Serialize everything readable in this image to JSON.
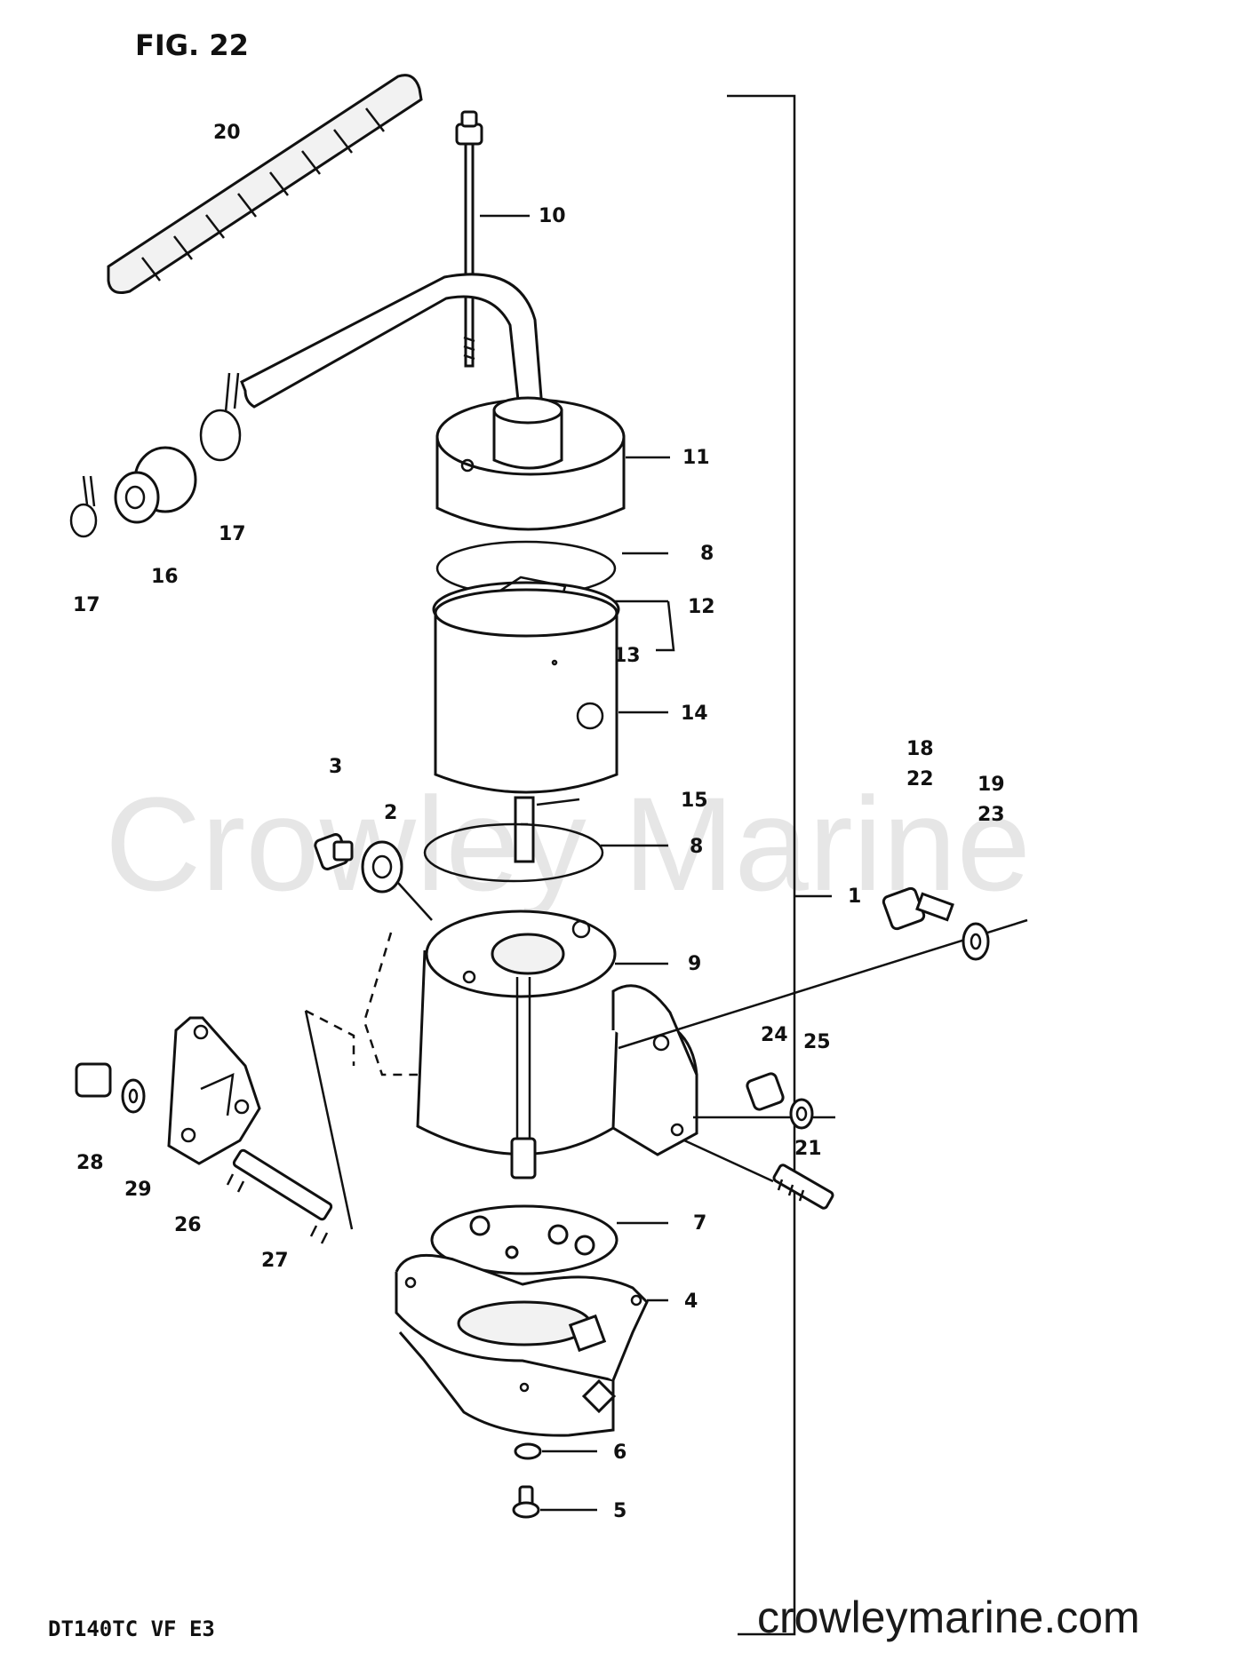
{
  "figure_label": "FIG. 22",
  "model_code": "DT140TC VF E3",
  "watermark": "Crowley Marine",
  "site_url": "crowleymarine.com",
  "callouts": {
    "c1": "1",
    "c2": "2",
    "c3": "3",
    "c4": "4",
    "c5": "5",
    "c6": "6",
    "c7": "7",
    "c8a": "8",
    "c8b": "8",
    "c9": "9",
    "c10": "10",
    "c11": "11",
    "c12": "12",
    "c13": "13",
    "c14": "14",
    "c15": "15",
    "c16": "16",
    "c17a": "17",
    "c17b": "17",
    "c18": "18",
    "c19": "19",
    "c20": "20",
    "c21": "21",
    "c22": "22",
    "c23": "23",
    "c24": "24",
    "c25": "25",
    "c26": "26",
    "c27": "27",
    "c28": "28",
    "c29": "29"
  }
}
